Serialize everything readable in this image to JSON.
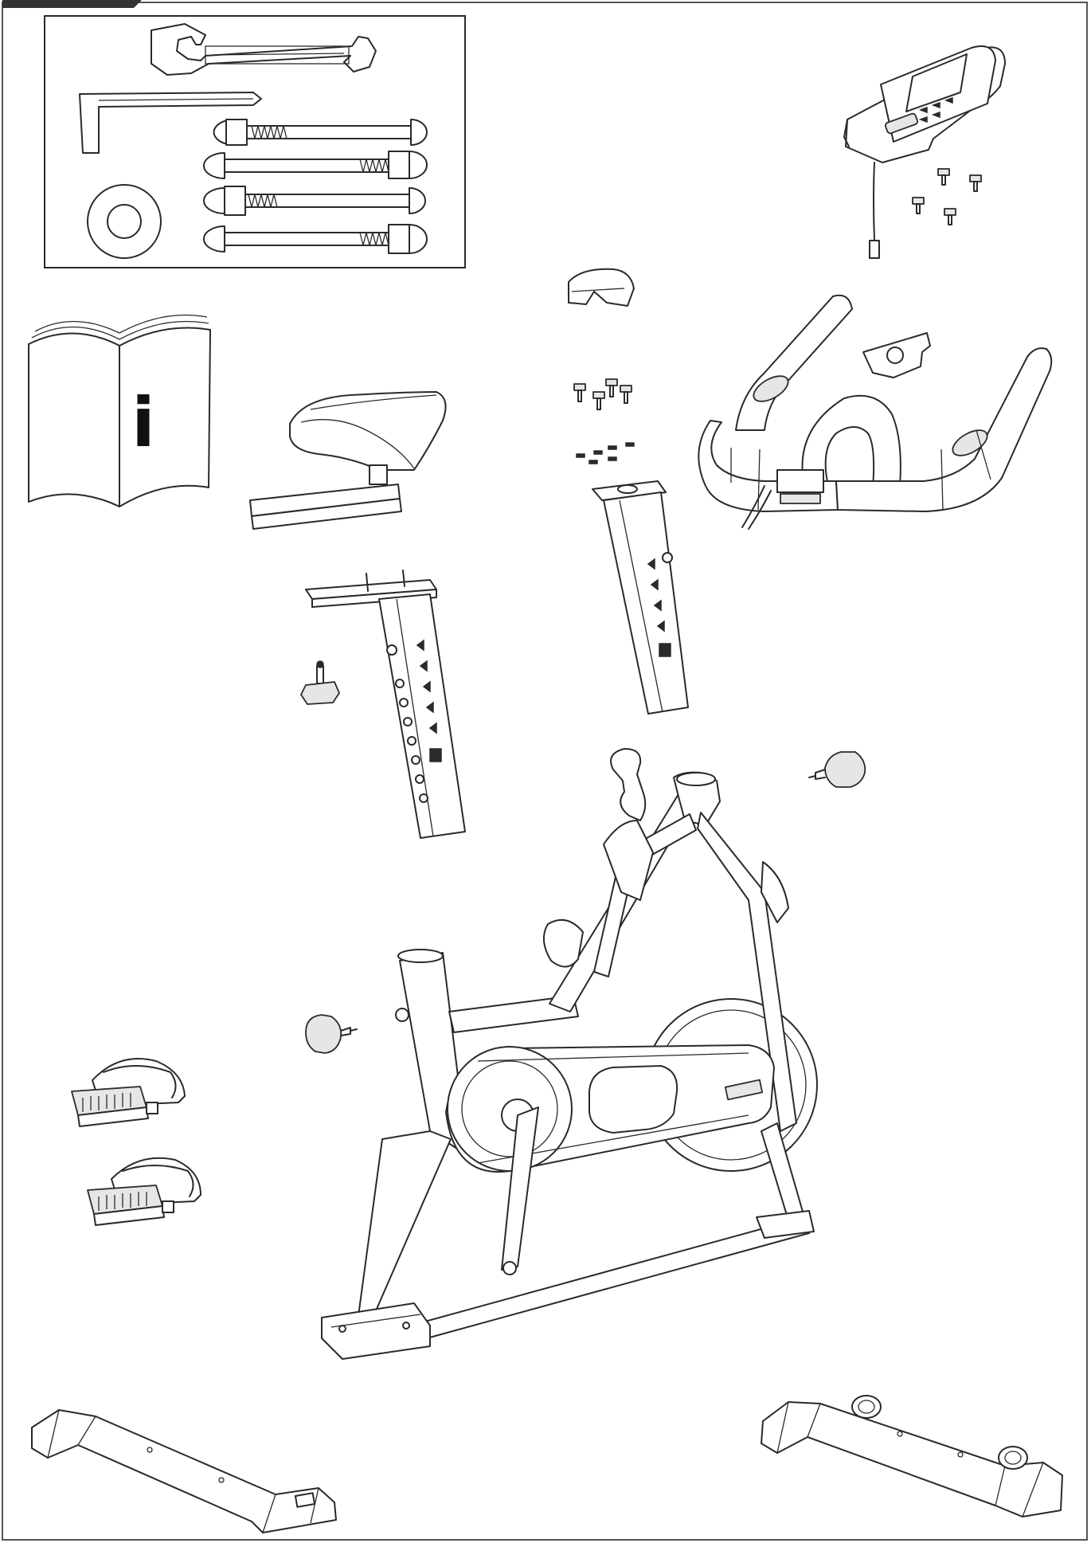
{
  "manual": {
    "info_symbol": "i"
  },
  "colors": {
    "line": "#2a2a2a",
    "frame": "#555555",
    "tab": "#333333",
    "background": "#ffffff"
  },
  "parts": [
    {
      "id": "spanner",
      "icon": "open-end-wrench"
    },
    {
      "id": "allen-key",
      "icon": "hex-key"
    },
    {
      "id": "washer",
      "icon": "washer"
    },
    {
      "id": "bolts",
      "icon": "carriage-bolt",
      "count": 4
    },
    {
      "id": "owners-manual",
      "icon": "book"
    },
    {
      "id": "saddle",
      "icon": "saddle"
    },
    {
      "id": "seat-post",
      "icon": "seat-post"
    },
    {
      "id": "handlebar-cover",
      "icon": "cap"
    },
    {
      "id": "handlebar-screws",
      "icon": "screw",
      "count": 4
    },
    {
      "id": "handlebar-post",
      "icon": "handlebar-post"
    },
    {
      "id": "console",
      "icon": "monitor",
      "screws": 4
    },
    {
      "id": "handlebar",
      "icon": "handlebar"
    },
    {
      "id": "adjustment-knob-seat",
      "icon": "knob"
    },
    {
      "id": "adjustment-knob-handlebar",
      "icon": "knob"
    },
    {
      "id": "adjustment-knob-frame",
      "icon": "knob"
    },
    {
      "id": "main-frame",
      "icon": "bike-frame"
    },
    {
      "id": "pedals",
      "icon": "pedal",
      "count": 2
    },
    {
      "id": "front-stabilizer",
      "icon": "foot-bar"
    },
    {
      "id": "rear-stabilizer",
      "icon": "foot-bar-with-wheels"
    }
  ]
}
